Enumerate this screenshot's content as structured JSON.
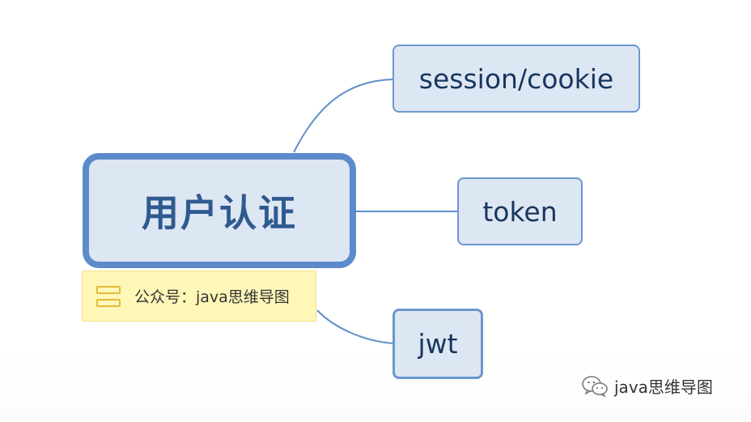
{
  "diagram": {
    "root": {
      "label": "用户认证",
      "note": "公众号：java思维导图",
      "note_icon": "stacked-boxes-icon"
    },
    "children": [
      {
        "label": "session/cookie"
      },
      {
        "label": "token"
      },
      {
        "label": "jwt"
      }
    ]
  },
  "watermark": {
    "text": "java思维导图",
    "icon": "wechat-icon"
  },
  "colors": {
    "node_fill": "#dde6f3",
    "root_border": "#5b8bcb",
    "child_border": "#6b97cf",
    "connector": "#5d8fc9",
    "node_text": "#17365d",
    "root_text": "#2e5a8f",
    "note_fill": "#fff7b8",
    "note_icon": "#e3bb37"
  }
}
